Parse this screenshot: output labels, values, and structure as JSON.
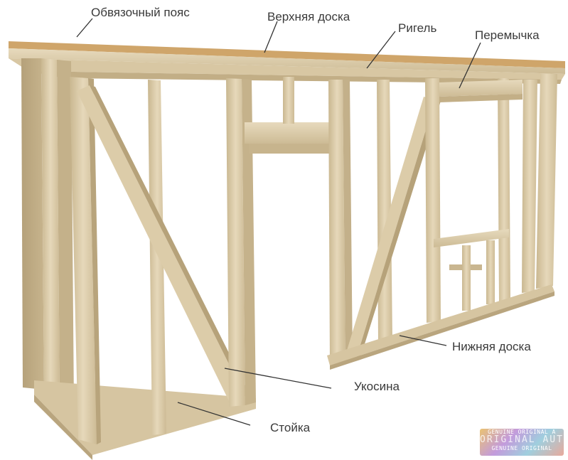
{
  "labels": {
    "top_plate_belt": "Обвязочный пояс",
    "top_plate": "Верхняя доска",
    "girder": "Ригель",
    "lintel": "Перемычка",
    "bottom_plate": "Нижняя доска",
    "brace": "Укосина",
    "stud": "Стойка"
  },
  "watermark": {
    "line1": "GENUINE ORIGINAL A",
    "line2": "ORIGINAL AUTHENTIC",
    "line3": "GENUINE ORIGINAL"
  },
  "colors": {
    "wood_light": "#e4d5b7",
    "wood_mid": "#d3c19c",
    "wood_dark": "#b9a57e",
    "wood_edge": "#a8946c",
    "top_surface": "#cfa56a",
    "leader_line": "#333333",
    "text": "#3a3a3a"
  }
}
